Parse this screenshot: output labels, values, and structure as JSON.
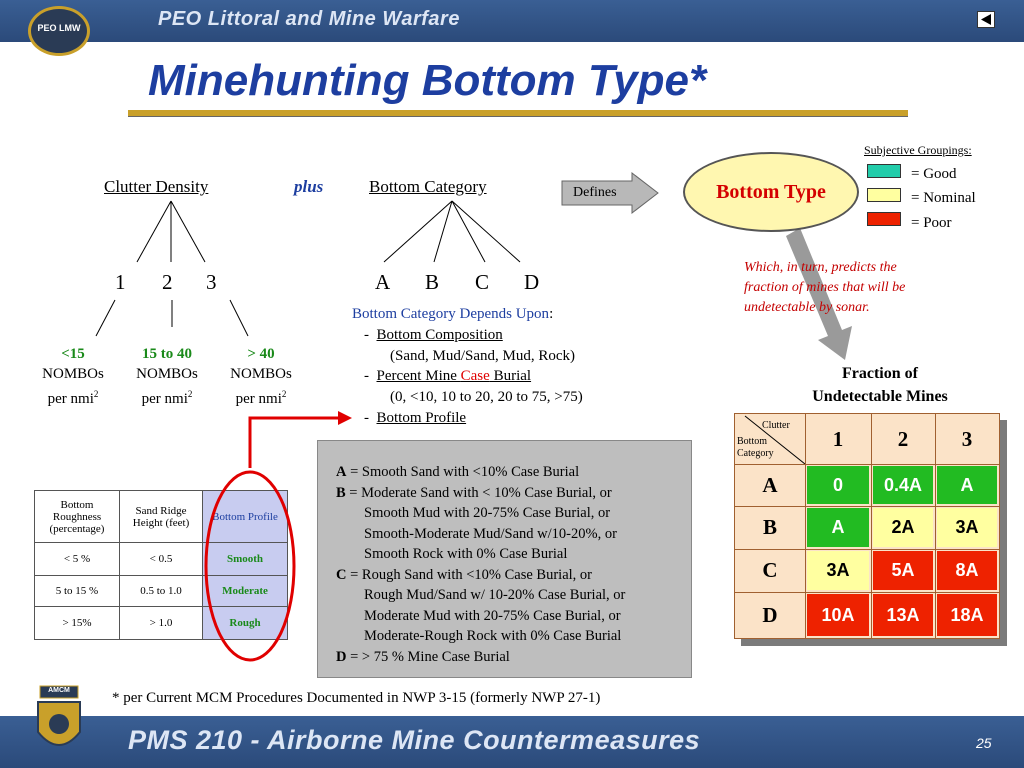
{
  "header": {
    "title": "PEO Littoral and Mine Warfare",
    "logo_text": "PEO LMW"
  },
  "slide": {
    "title": "Minehunting Bottom Type*",
    "clutter_density": "Clutter Density",
    "plus": "plus",
    "bottom_category": "Bottom Category",
    "clutter_levels": [
      "1",
      "2",
      "3"
    ],
    "categories": [
      "A",
      "B",
      "C",
      "D"
    ],
    "nombos": [
      {
        "range": "<15",
        "unit": "NOMBOs",
        "per": "per nmi",
        "sup": "2"
      },
      {
        "range": "15 to 40",
        "unit": "NOMBOs",
        "per": "per nmi",
        "sup": "2"
      },
      {
        "range": "> 40",
        "unit": "NOMBOs",
        "per": "per nmi",
        "sup": "2"
      }
    ],
    "depends_title": "Bottom Category Depends Upon",
    "depends_colon": ":",
    "dep1_dash": "-",
    "dep1": "Bottom Composition",
    "dep1_detail": "(Sand, Mud/Sand, Mud, Rock)",
    "dep2_dash": "-",
    "dep2_a": "Percent Mine ",
    "dep2_case": "Case",
    "dep2_b": " Burial",
    "dep2_detail": "(0, <10, 10 to 20, 20 to 75, >75)",
    "dep3_dash": "-",
    "dep3": "Bottom Profile",
    "defines": "Defines",
    "bottom_type": "Bottom Type",
    "subjective_groupings": "Subjective Groupings:",
    "legend": [
      {
        "label": "= Good",
        "color": "#22bb22"
      },
      {
        "label": "= Nominal",
        "color": "#ffffa0"
      },
      {
        "label": "= Poor",
        "color": "#ee2200"
      }
    ],
    "note": "Which, in turn, predicts the fraction of mines that will be undetectable by sonar.",
    "footnote": "* per Current MCM Procedures Documented in NWP 3-15 (formerly NWP 27-1)",
    "page_number": "25"
  },
  "left_table": {
    "headers": [
      "Bottom Roughness (percentage)",
      "Sand Ridge Height (feet)",
      "Bottom Profile"
    ],
    "rows": [
      [
        "< 5 %",
        "< 0.5",
        "Smooth"
      ],
      [
        "5 to 15 %",
        "0.5 to 1.0",
        "Moderate"
      ],
      [
        "> 15%",
        "> 1.0",
        "Rough"
      ]
    ]
  },
  "definitions": {
    "a_key": "A",
    "a_text": " = Smooth Sand with <10% Case Burial",
    "b_key": "B",
    "b_text": " = Moderate Sand with < 10% Case Burial, or",
    "b_l2": "Smooth Mud with 20-75% Case Burial, or",
    "b_l3": "Smooth-Moderate Mud/Sand w/10-20%, or",
    "b_l4": "Smooth Rock with 0% Case Burial",
    "c_key": "C",
    "c_text": " = Rough Sand with <10% Case Burial, or",
    "c_l2": "Rough Mud/Sand w/ 10-20% Case Burial, or",
    "c_l3": "Moderate Mud with 20-75% Case Burial, or",
    "c_l4": "Moderate-Rough Rock with 0% Case Burial",
    "d_key": "D",
    "d_text": " = > 75 % Mine Case Burial"
  },
  "fraction_table": {
    "title_l1": "Fraction of",
    "title_l2": "Undetectable Mines",
    "corner_clutter": "Clutter",
    "corner_bottom": "Bottom",
    "corner_category": "Category",
    "col_headers": [
      "1",
      "2",
      "3"
    ],
    "row_headers": [
      "A",
      "B",
      "C",
      "D"
    ],
    "values": [
      [
        "0",
        "0.4A",
        "A"
      ],
      [
        "A",
        "2A",
        "3A"
      ],
      [
        "3A",
        "5A",
        "8A"
      ],
      [
        "10A",
        "13A",
        "18A"
      ]
    ],
    "ratings": [
      [
        "good",
        "good",
        "good"
      ],
      [
        "good",
        "nominal",
        "nominal"
      ],
      [
        "nominal",
        "poor",
        "poor"
      ],
      [
        "poor",
        "poor",
        "poor"
      ]
    ]
  },
  "footer": {
    "title": "PMS 210 - Airborne Mine Countermeasures",
    "logo_text": "AMCM"
  }
}
